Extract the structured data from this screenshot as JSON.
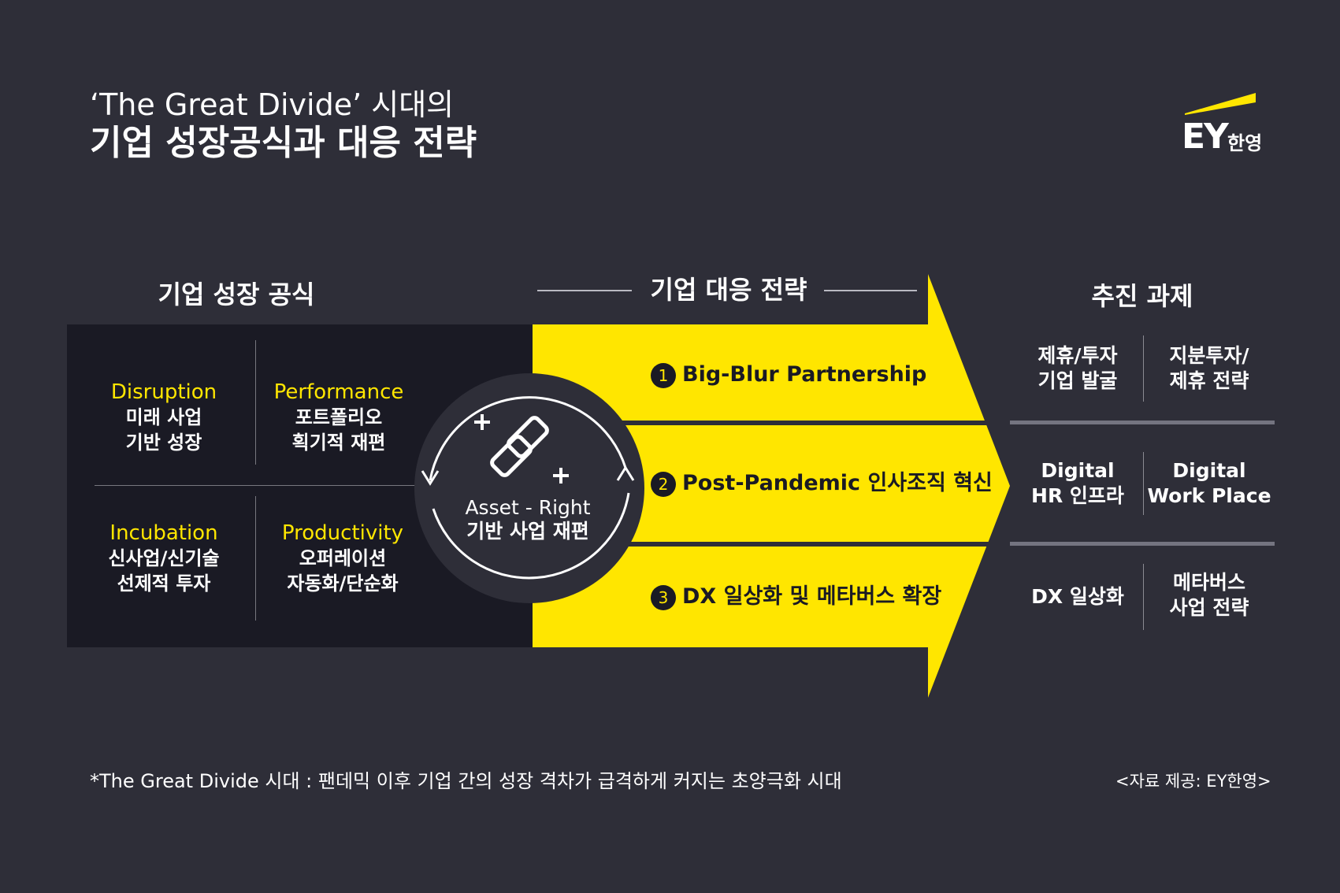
{
  "title": {
    "line1": "‘The Great Divide’ 시대의",
    "line2": "기업 성장공식과 대응 전략"
  },
  "logo": {
    "mark": "EY",
    "korean": "한영",
    "accent": "#ffe600"
  },
  "sections": {
    "formula": "기업 성장 공식",
    "strategy": "기업 대응 전략",
    "tasks": "추진 과제"
  },
  "formula_cells": [
    {
      "en": "Disruption",
      "ko1": "미래 사업",
      "ko2": "기반 성장"
    },
    {
      "en": "Performance",
      "ko1": "포트폴리오",
      "ko2": "획기적 재편"
    },
    {
      "en": "Incubation",
      "ko1": "신사업/신기술",
      "ko2": "선제적 투자"
    },
    {
      "en": "Productivity",
      "ko1": "오퍼레이션",
      "ko2": "자동화/단순화"
    }
  ],
  "center": {
    "en": "Asset - Right",
    "ko": "기반 사업 재편"
  },
  "strategies": [
    {
      "num": "1",
      "label": "Big-Blur Partnership"
    },
    {
      "num": "2",
      "label": "Post-Pandemic 인사조직 혁신"
    },
    {
      "num": "3",
      "label": "DX 일상화 및 메타버스 확장"
    }
  ],
  "tasks": [
    {
      "a1": "제휴/투자",
      "a2": "기업 발굴",
      "b1": "지분투자/",
      "b2": "제휴 전략"
    },
    {
      "a1": "Digital",
      "a2": "HR 인프라",
      "b1": "Digital",
      "b2": "Work Place"
    },
    {
      "a1": "DX 일상화",
      "a2": "",
      "b1": "메타버스",
      "b2": "사업 전략"
    }
  ],
  "footnote": "*The Great Divide 시대 : 팬데믹 이후 기업 간의 성장 격차가 급격하게 커지는 초양극화 시대",
  "source": "<자료 제공: EY한영>",
  "colors": {
    "background": "#2e2e38",
    "yellow": "#ffe600",
    "dark": "#1a1a24"
  }
}
